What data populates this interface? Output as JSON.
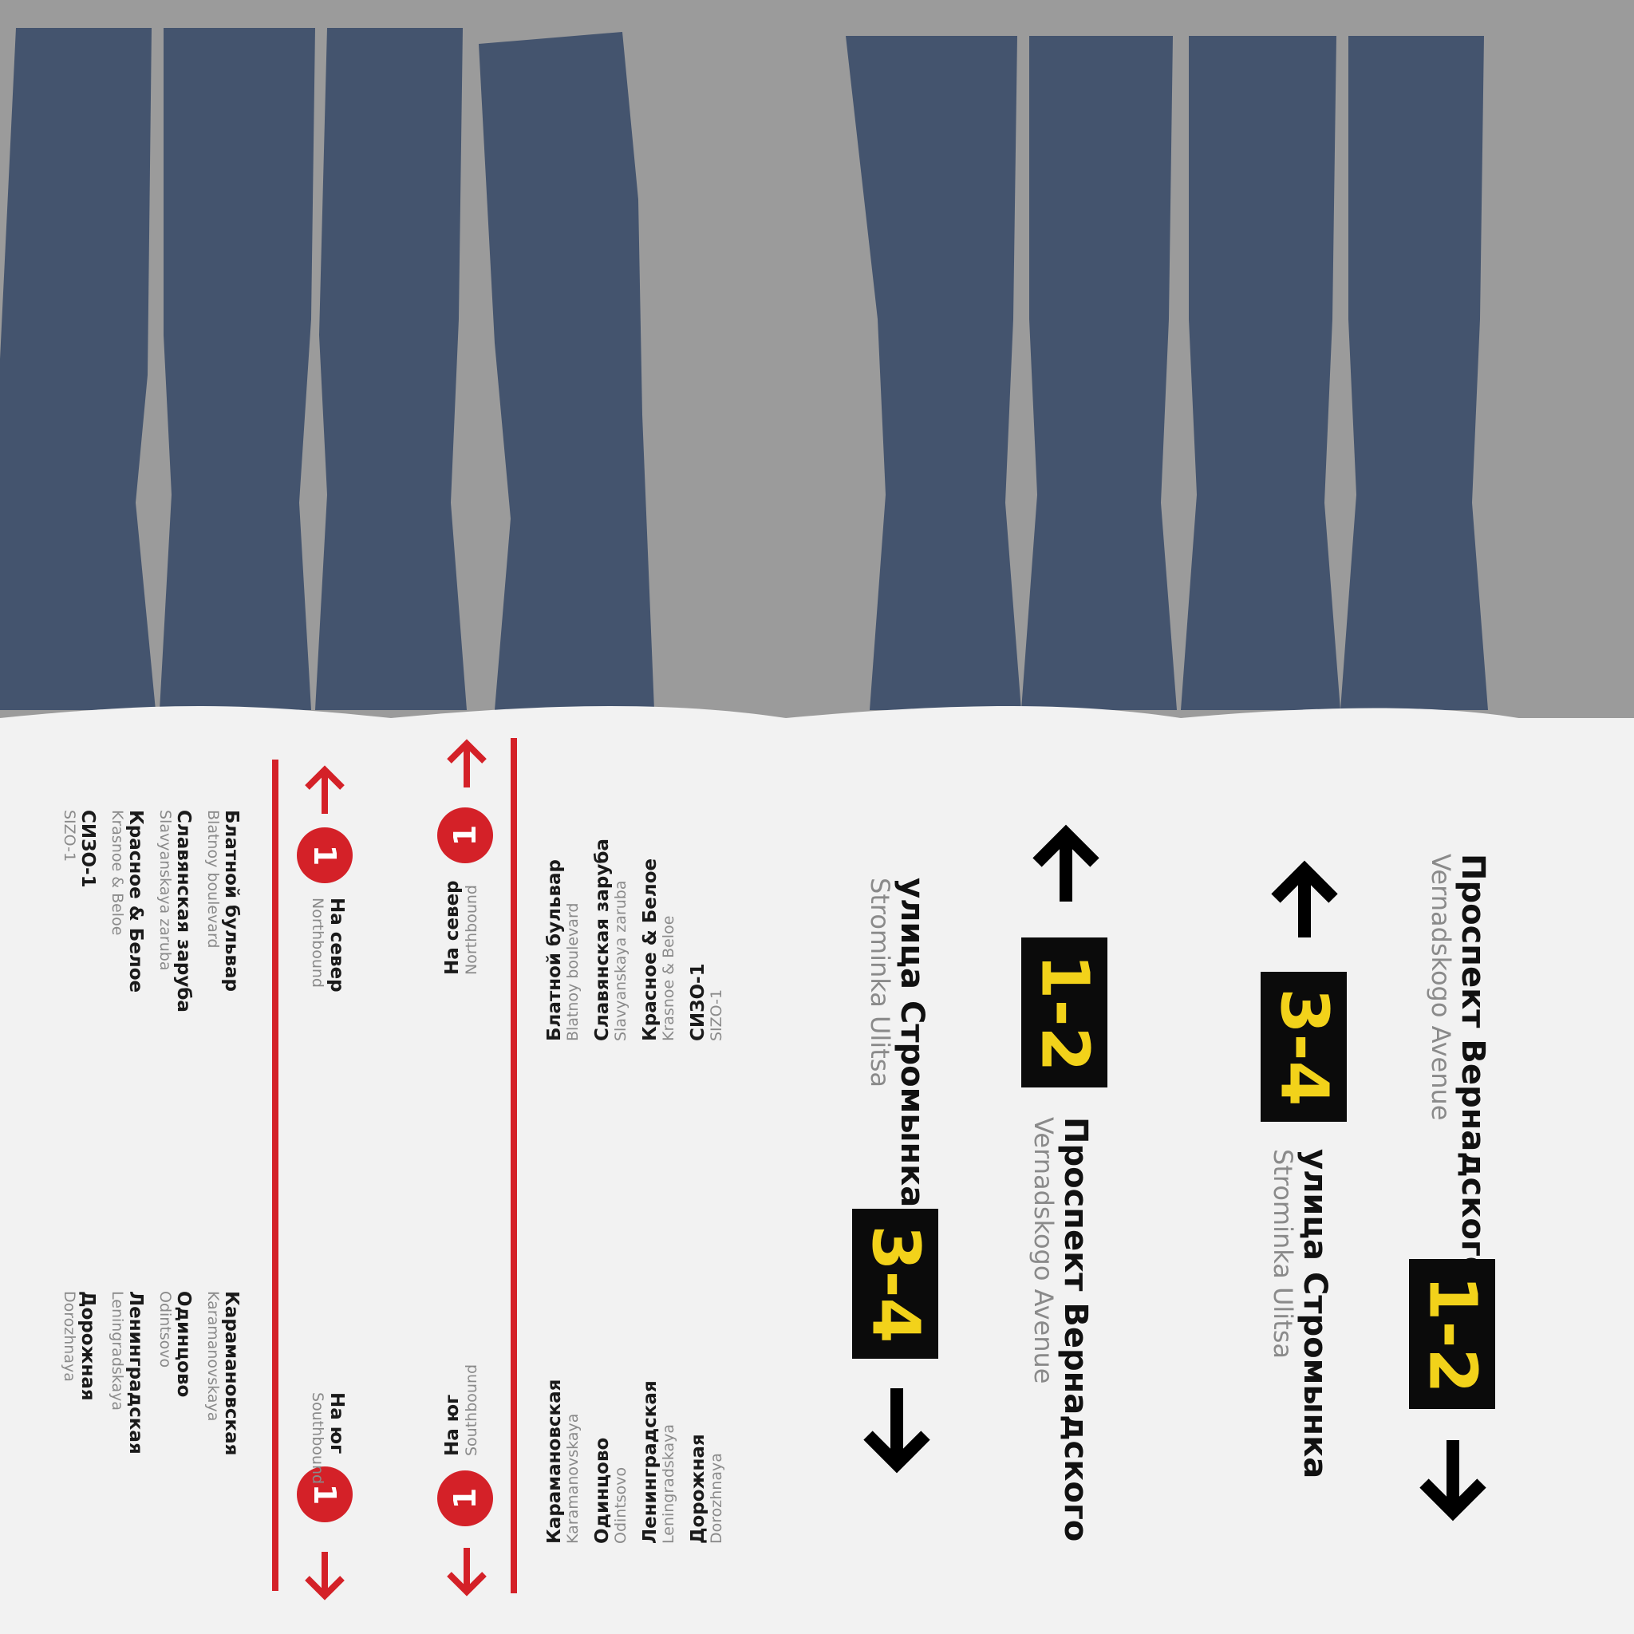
{
  "colors": {
    "pillar_blue": "#44546e",
    "sign_white": "#f2f2f2",
    "line_red": "#d42128",
    "platform_box": "#0b0b0b",
    "platform_text": "#f2d21a"
  },
  "icons": [
    "arrow-up-icon",
    "arrow-down-icon",
    "line-1-badge-icon"
  ],
  "line_number": "1",
  "northbound": {
    "ru": "На север",
    "en": "Northbound",
    "stations": [
      {
        "ru": "Блатной бульвар",
        "en": "Blatnoy boulevard"
      },
      {
        "ru": "Славянская заруба",
        "en": "Slavyanskaya zaruba"
      },
      {
        "ru": "Красное & Белое",
        "en": "Krasnoe & Beloe"
      },
      {
        "ru": "СИЗО-1",
        "en": "SIZO-1"
      }
    ]
  },
  "southbound": {
    "ru": "На юг",
    "en": "Southbound",
    "stations": [
      {
        "ru": "Карамановская",
        "en": "Karamanovskaya"
      },
      {
        "ru": "Одинцово",
        "en": "Odintsovo"
      },
      {
        "ru": "Ленинградская",
        "en": "Leningradskaya"
      },
      {
        "ru": "Дорожная",
        "en": "Dorozhnaya"
      }
    ]
  },
  "exits": {
    "stromynka": {
      "ru": "улица Стромынка",
      "en": "Strominka Ulitsa"
    },
    "vernadskogo": {
      "ru": "Проспект Вернадского",
      "en": "Vernadskogo Avenue"
    }
  },
  "platforms": {
    "a": "1-2",
    "b": "3-4"
  }
}
